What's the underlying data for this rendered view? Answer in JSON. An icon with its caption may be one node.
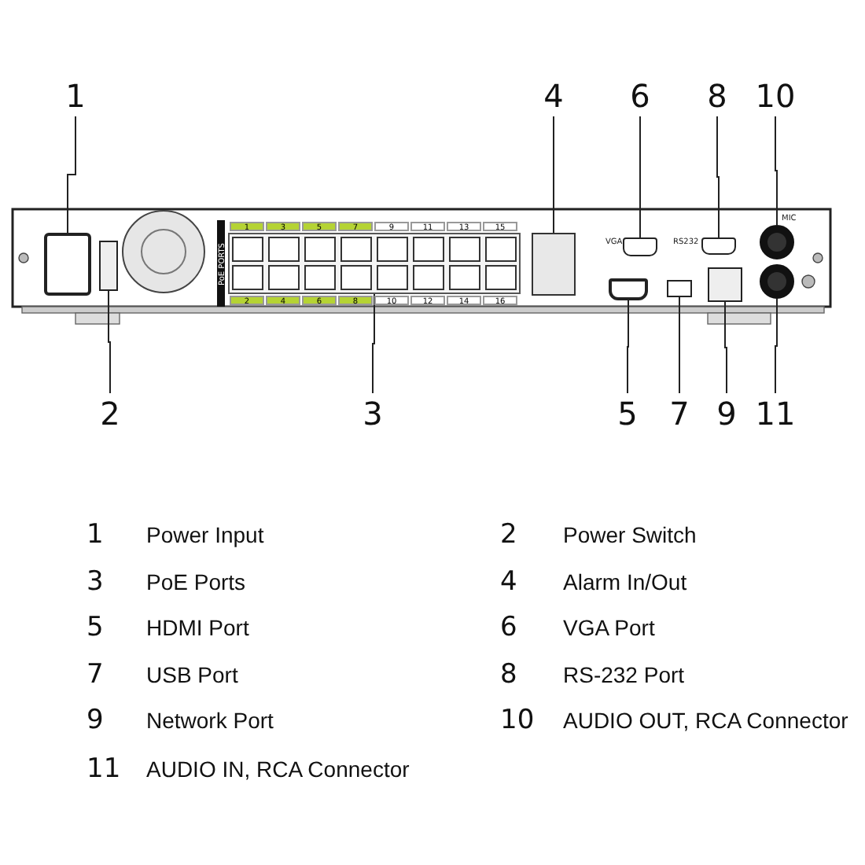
{
  "diagram": {
    "nodes": [
      {
        "text": [
          "1"
        ]
      },
      {
        "text": [
          "2"
        ]
      },
      {
        "text": [
          "3"
        ]
      },
      {
        "text": [
          "4"
        ]
      },
      {
        "text": [
          "5"
        ]
      },
      {
        "text": [
          "6"
        ]
      },
      {
        "text": [
          "7"
        ]
      },
      {
        "text": [
          "8"
        ]
      },
      {
        "text": [
          "9"
        ]
      },
      {
        "text": [
          "10"
        ]
      },
      {
        "text": [
          "11"
        ]
      },
      {
        "text": [],
        "shape": "box"
      },
      {
        "text": [],
        "shape": "box"
      },
      {
        "text": [],
        "shape": "box"
      },
      {
        "text": [],
        "shape": "box"
      },
      {
        "text": [],
        "shape": "box"
      },
      {
        "text": [],
        "shape": "box"
      },
      {
        "text": [],
        "shape": "box"
      },
      {
        "text": [],
        "shape": "box"
      },
      {
        "text": [],
        "shape": "box"
      },
      {
        "text": [],
        "shape": "circle"
      },
      {
        "text": [],
        "shape": "circle"
      }
    ],
    "edges": [
      {
        "from": 0,
        "to": 11,
        "arrow": "none"
      },
      {
        "from": 1,
        "to": 12,
        "arrow": "none"
      },
      {
        "from": 2,
        "to": 13,
        "arrow": "none"
      },
      {
        "from": 3,
        "to": 14,
        "arrow": "none"
      },
      {
        "from": 4,
        "to": 15,
        "arrow": "none"
      },
      {
        "from": 5,
        "to": 16,
        "arrow": "none"
      },
      {
        "from": 6,
        "to": 17,
        "arrow": "none"
      },
      {
        "from": 7,
        "to": 18,
        "arrow": "none"
      },
      {
        "from": 8,
        "to": 19,
        "arrow": "none"
      },
      {
        "from": 9,
        "to": 20,
        "arrow": "none"
      },
      {
        "from": 10,
        "to": 21,
        "arrow": "none"
      }
    ],
    "labels": [
      "PoE PORTS",
      "1",
      "3",
      "5",
      "7",
      "9",
      "11",
      "13",
      "15",
      "2",
      "4",
      "6",
      "8",
      "10",
      "12",
      "14",
      "16",
      "VGA",
      "RS232",
      "MIC",
      "1",
      "Power Input",
      "2",
      "Power Switch",
      "3",
      "PoE Ports",
      "4",
      "Alarm In/Out",
      "5",
      "HDMI Port",
      "6",
      "VGA Port",
      "7",
      "USB Port",
      "8",
      "RS-232 Port",
      "9",
      "Network Port",
      "10",
      "AUDIO OUT, RCA Connector",
      "11",
      "AUDIO IN, RCA Connector"
    ]
  }
}
